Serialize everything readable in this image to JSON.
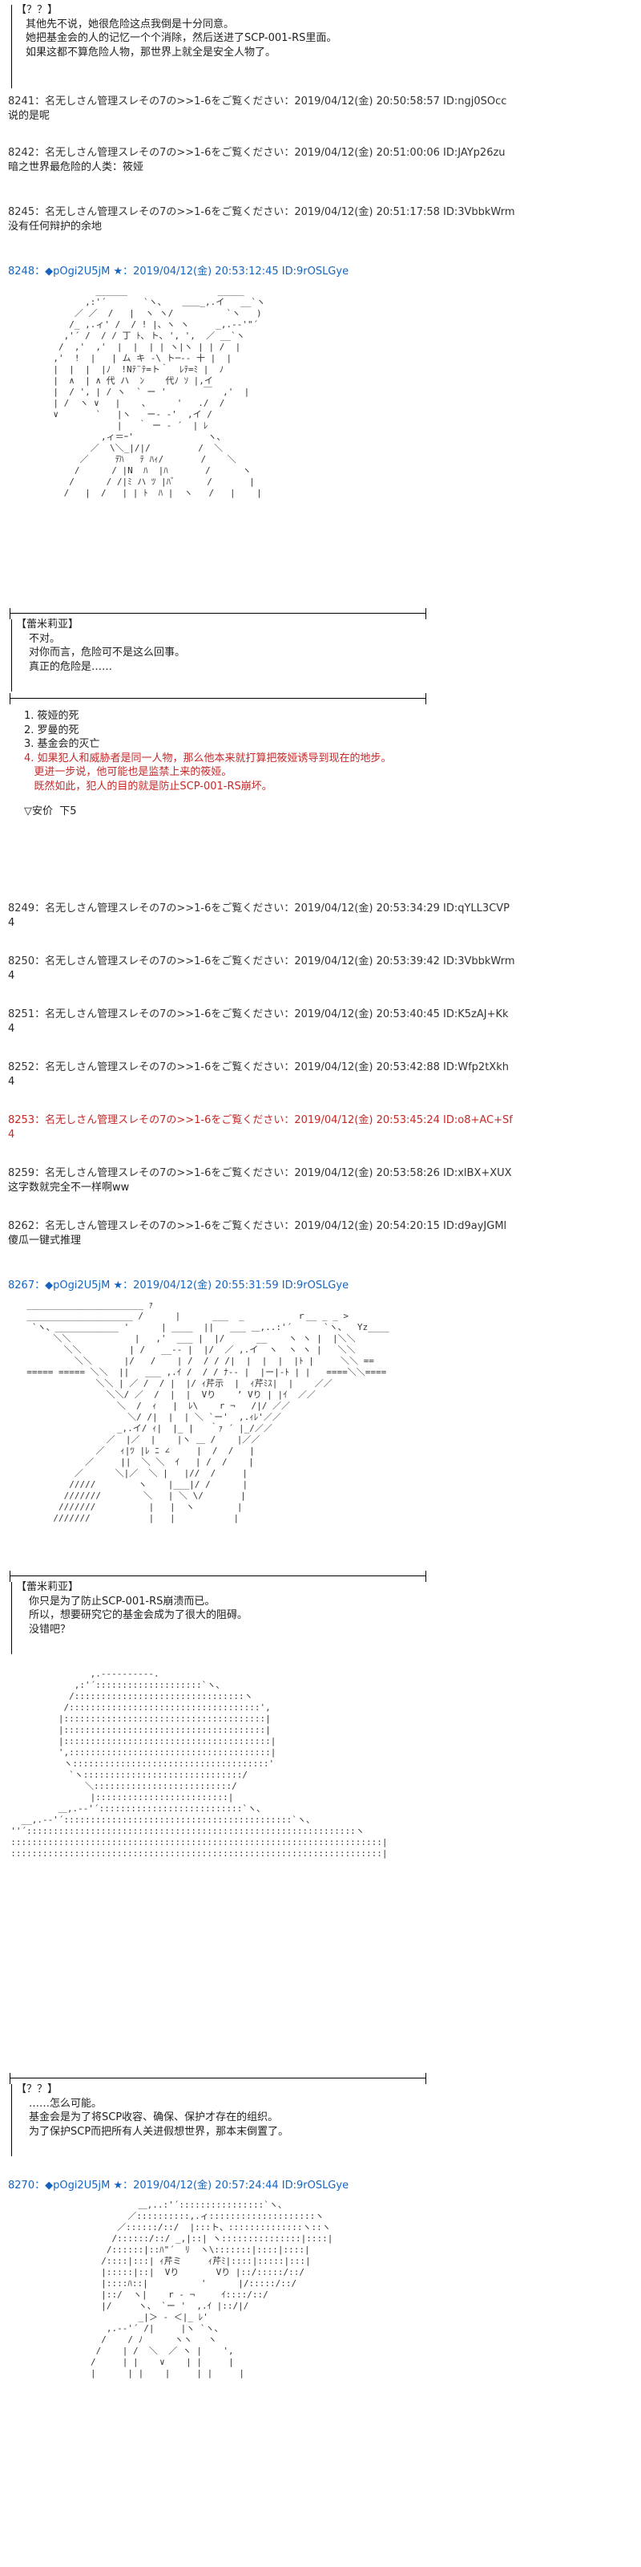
{
  "thread": {
    "top_box": {
      "label": "【？？】",
      "lines": [
        "其他先不说，她很危险这点我倒是十分同意。",
        "她把基金会的人的记忆一个个消除，然后送进了SCP-001-RS里面。",
        "如果这都不算危险人物，那世界上就全是安全人物了。"
      ]
    },
    "posts": [
      {
        "header": "8241：名无しさん管理スレその7の>>1-6をご覧ください：2019/04/12(金) 20:50:58:57 ID:ngj0SOcc",
        "body": "说的是呢"
      },
      {
        "header": "8242：名无しさん管理スレその7の>>1-6をご覧ください：2019/04/12(金) 20:51:00:06 ID:JAYp26zu",
        "body": "暗之世界最危险的人类：筱娅"
      },
      {
        "header": "8245：名无しさん管理スレその7の>>1-6をご覧ください：2019/04/12(金) 20:51:17:58 ID:3VbbkWrm",
        "body": "没有任何辩护的余地"
      }
    ],
    "post_8248": {
      "header": "8248：◆pOgi2U5jM ★：2019/04/12(金) 20:53:12:45 ID:9rOSLGye",
      "box_label": "【蕾米莉亚】",
      "box_lines": [
        "不对。",
        "对你而言，危险可不是这么回事。",
        "真正的危险是……"
      ]
    },
    "choices": {
      "items": [
        {
          "text": "1. 筱娅的死",
          "red": false
        },
        {
          "text": "2. 罗曼的死",
          "red": false
        },
        {
          "text": "3. 基金会的灭亡",
          "red": false
        },
        {
          "text": "4. 如果犯人和威胁者是同一人物，那么他本来就打算把筱娅诱导到现在的地步。",
          "red": true
        },
        {
          "text": "   更进一步说，他可能也是监禁上来的筱娅。",
          "red": true
        },
        {
          "text": "   既然如此，犯人的目的就是防止SCP-001-RS崩坏。",
          "red": true
        }
      ],
      "vote": "▽安价  下5"
    },
    "votes": [
      {
        "header": "8249：名无しさん管理スレその7の>>1-6をご覧ください：2019/04/12(金) 20:53:34:29 ID:qYLL3CVP",
        "body": "4",
        "red": false
      },
      {
        "header": "8250：名无しさん管理スレその7の>>1-6をご覧ください：2019/04/12(金) 20:53:39:42 ID:3VbbkWrm",
        "body": "4",
        "red": false
      },
      {
        "header": "8251：名无しさん管理スレその7の>>1-6をご覧ください：2019/04/12(金) 20:53:40:45 ID:K5zAJ+Kk",
        "body": "4",
        "red": false
      },
      {
        "header": "8252：名无しさん管理スレその7の>>1-6をご覧ください：2019/04/12(金) 20:53:42:88 ID:Wfp2tXkh",
        "body": "4",
        "red": false
      },
      {
        "header": "8253：名无しさん管理スレその7の>>1-6をご覧ください：2019/04/12(金) 20:53:45:24 ID:o8+AC+Sf",
        "body": "4",
        "red": true
      },
      {
        "header": "8259：名无しさん管理スレその7の>>1-6をご覧ください：2019/04/12(金) 20:53:58:26 ID:xlBX+XUX",
        "body": "这字数就完全不一样啊ww",
        "red": false
      },
      {
        "header": "8262：名无しさん管理スレその7の>>1-6をご覧ください：2019/04/12(金) 20:54:20:15 ID:d9ayJGMl",
        "body": "傻瓜一键式推理",
        "red": false
      }
    ],
    "post_8267": {
      "header": "8267：◆pOgi2U5jM ★：2019/04/12(金) 20:55:31:59 ID:9rOSLGye",
      "box_label": "【蕾米莉亚】",
      "box_lines": [
        "你只是为了防止SCP-001-RS崩溃而已。",
        "所以，想要研究它的基金会成为了很大的阻碍。",
        "没错吧？"
      ],
      "box2_label": "【？？】",
      "box2_lines": [
        "……怎么可能。",
        "基金会是为了将SCP收容、确保、保护才存在的组织。",
        "为了保护SCP而把所有人关进假想世界，那本末倒置了。"
      ]
    },
    "post_8270": {
      "header": "8270：◆pOgi2U5jM ★：2019/04/12(金) 20:57:24:44 ID:9rOSLGye"
    },
    "ascii_art": {
      "art1": "               ______                 _____\n             ,:'´       `ヽ、   ＿＿_,.イ   __`ヽ\n           ／ ／  /   |  ヽ ヽ/          `ヽ   )\n          /_ ,.ィ' /  / ! |、ヽ ヽ     _,.-‐'\"´\n         ,'´ /  / / 丁 ﾄ､ ト､ ', ',  ／ __`ヽ\n        /  ,'  ,'  |  |  | | ヽ|ヽ | | /  |\n       ,'  !  |   | ム キ ‐\\ ト─‐‐ 十 |  |\n       |  |  |  |ﾉ  !Nﾃ¨ﾃ=ト｀  ﾚﾃ=ﾐ |  ﾉ\n       |  ∧  | ∧ 代 ハ  ﾝ    代ﾉ ｿ |,イ\n       |  / ', | / ヽ  ` ー '       ￣  ,'  |\n       | /  ヽ ∨   |    、     '   ./  /\n       ∨       `   |ヽ   ー- ‐'  ,イ /\n                   |   ｀ ー ‐ ´  | ﾚ\n                ,ィ＝ｰ'              ヽ、\n              ／  \\＼_|/|/         /  ＼\n            ／     ﾃ̄ﾊ   ﾃ ﾊｨ/       /    ＼\n           /      / |N  ﾊ  |ﾊ       /      ヽ\n          /      / /|ﾐ ハ ﾂ |ﾊﾞ      /       |\n         /   |  /   | | ﾄ  ﾊ |  ヽ   /   |    |",
      "art2": "  ______________________ ｧ\n  ____________________ /      |      ___  _          ｒ__ _ _ >\n   `ヽ、____________ '      | ____  ||   ___ ＿,..:'´      `ヽ、  Yz____\n       ＼＼            |   ,'  ___ |  |/      __    ヽ ヽ |  |＼＼\n         ＼＼         | /   __-‐ |  |/  ／ ,.イ  ヽ  ヽ ヽ |   ＼＼\n           ＼＼      |/   /    | /  / / /|  |  |  |  |ﾄ |     ＼＼ ==\n  ===== ===== ＼＼  ||   ___ ,.ｲ /  / / ﾅ‐‐ |  |ー|‐ﾄ | |   ====＼＼====\n               ＼＼ | ／ /  / |  |/ ｨ芹示  |  ｨ芹ﾐｽ|  |    ／／\n                 ＼＼/ ／  /  |  |  Vり    ’ Vり | |ｲ  ／／\n                   ＼  /  ｨ   |  ﾚ\\    r ¬   /|/ ／／\n                     ＼/ /|  |  | ＼ `ー'  ,.ｨﾚ'／／\n                   _,.イ/ ｨ|  |_ |   ｀ｧ ´ |_/／／\n                 ／  |／  |    |ヽ ＿ /    |／／\n               ／   ｨ|ﾂ |ﾚ ﾆ ∠     |  /  /   |\n             ／     ||  ＼ ＼  ｲ   | /  /    |\n           ／      ＼|／  ＼ |   |//  /     |\n          /////        ヽ    |___|/ /      |\n         ///////        ＼   | ＼ \\/       |\n        ///////          |   |  ヽ        |\n       ///////           |   |           |",
      "art3": "                 ,.-‐‐‐‐‐‐‐‐-.\n              ,:'´::::::::::::::::::::`ヽ、\n             /::::::::::::::::::::::::::::::::ヽ\n            /::::::::::::::::::::::::::::::::::::',\n           |::::::::::::::::::::::::::::::::::::::|\n           |::::::::::::::::::::::::::::::::::::::|\n           |:::::::::::::::::::::::::::::::::::::::|\n           ',::::::::::::::::::::::::::::::::::::::|\n            ヽ:::::::::::::::::::::::::::::::::::::'\n             `ヽ::::::::::::::::::::::::::::::/\n                ＼::::::::::::::::::::::::::/\n                 |:::::::::::::::::::::::::|\n           ＿,.-‐'´:::::::::::::::::::::::::::`ヽ、\n    __,.-‐'´:::::::::::::::::::::::::::::::::::::::::::`ヽ、\n  ''´::::::::::::::::::::::::::::::::::::::::::::::::::::::::::::::ヽ\n  ::::::::::::::::::::::::::::::::::::::::::::::::::::::::::::::::::::::|\n  ::::::::::::::::::::::::::::::::::::::::::::::::::::::::::::::::::::::|",
      "art4": "                 ＿,..:'´::::::::::::::::`ヽ、\n               ／::::::::::,.ィ::::::::::::::::::::ヽ\n             ／::::::/::/  |:::ト、::::::::::::::ヽ::ヽ\n            /::::::/::/ _,|::| ヽ:::::::::::::::|::::|\n           /::::::|::ﾊ\"´  ﾘ  ヽ\\:::::::|::::|::::|\n          /::::|:::| ｨ芹ミ     ｨ芹ﾐ|::::|:::::|:::|\n          |:::::|::|  Vり       Vり |::/:::::/::/\n          |::::ﾊ::|          '      |/:::::/::/\n          |::/  ヽ|    r ‐ ¬     ｲ::::/::/\n          |/     ヽ、 `ー '  ,.ｲ |::/|/\n                 _|＞ ‐ ＜|_ ﾚ'\n           ,.-‐'´ /|     |ヽ `ヽ、\n          /    / ﾉ      ヽヽ   ヽ\n         /    | /  ＼  ／ ヽ |    ',\n        /     | |    ∨    | |     |\n        |      | |    |     | |     |"
    }
  }
}
